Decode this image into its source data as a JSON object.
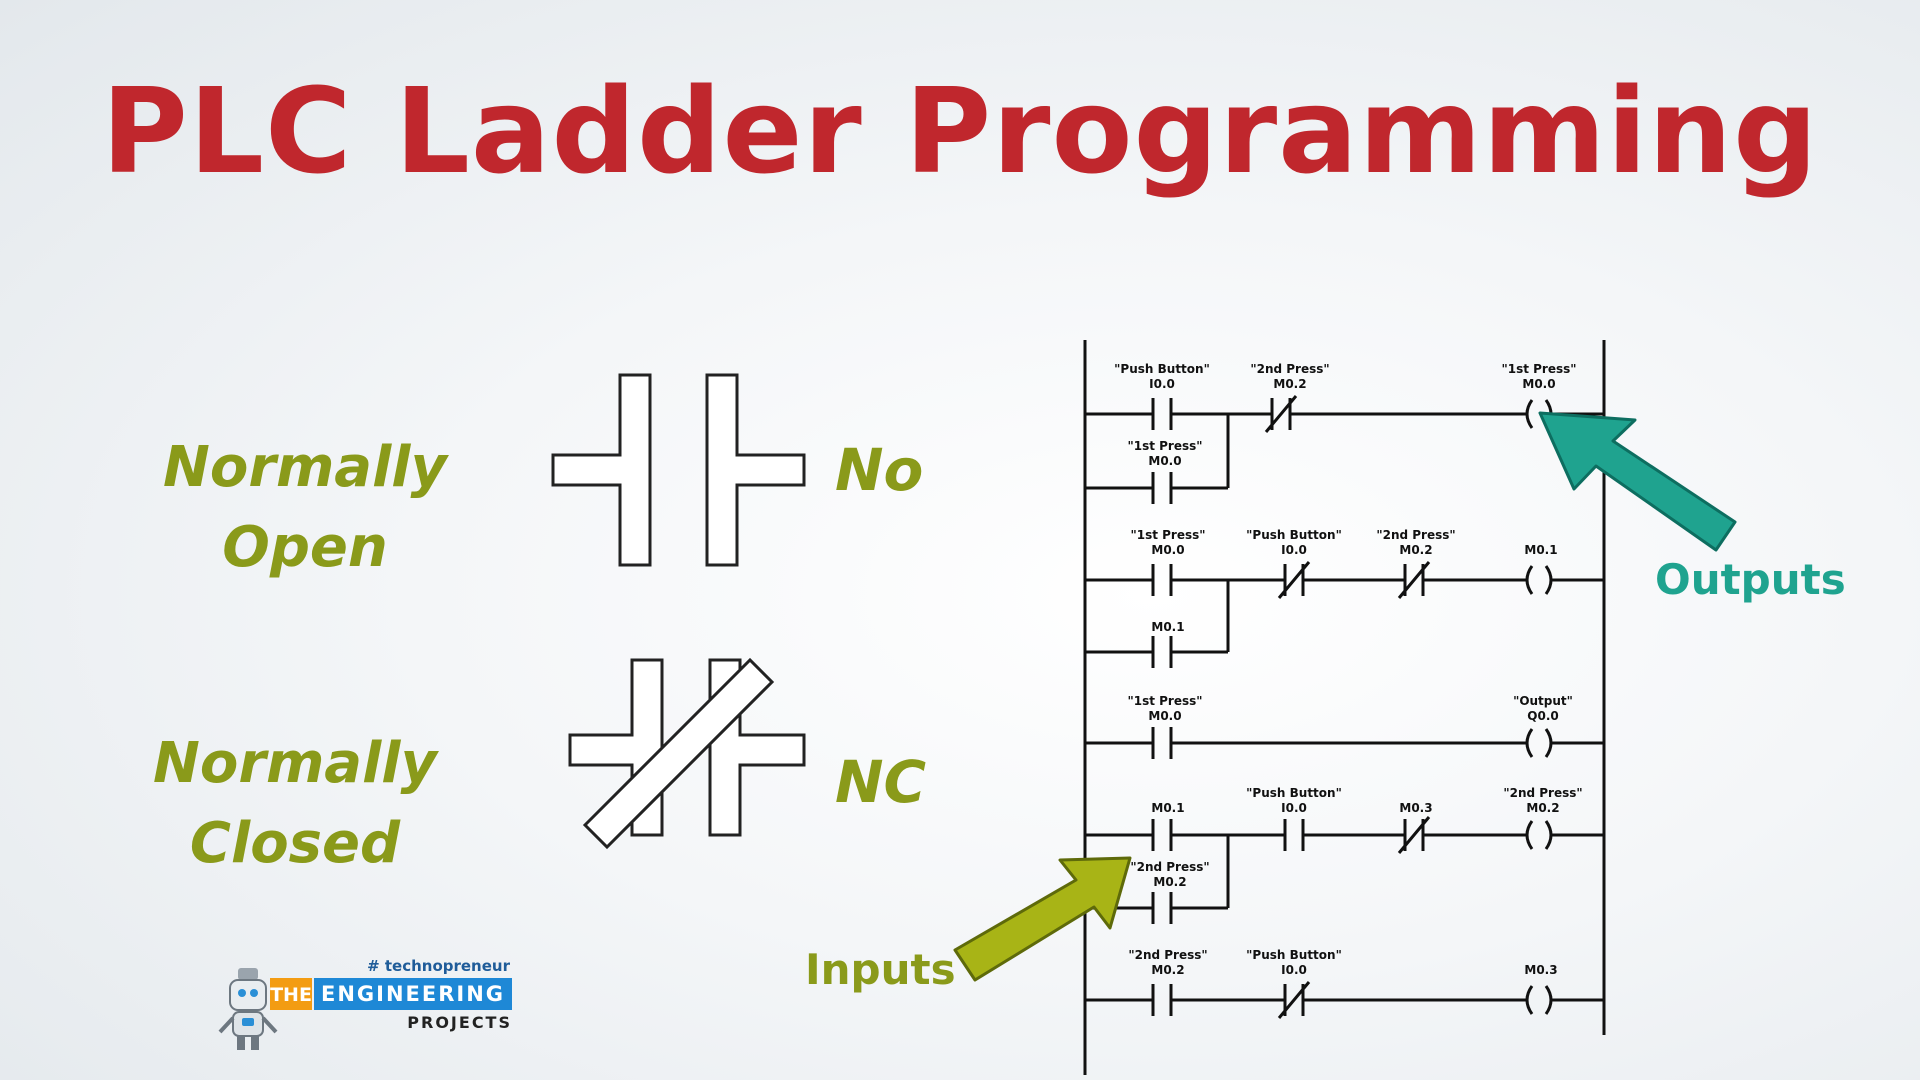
{
  "title": "PLC Ladder Programming",
  "colors": {
    "title_red": "#c0272d",
    "olive": "#8a9a1a",
    "teal": "#1fa38f",
    "line": "#111111"
  },
  "legend": {
    "no_label_line1": "Normally",
    "no_label_line2": "Open",
    "no_abbr": "No",
    "nc_label_line1": "Normally",
    "nc_label_line2": "Closed",
    "nc_abbr": "NC"
  },
  "callouts": {
    "outputs": "Outputs",
    "inputs": "Inputs"
  },
  "ladder": {
    "labels": {
      "r1_c1_name": "\"Push Button\"",
      "r1_c1_addr": "I0.0",
      "r1_c2_name": "\"2nd Press\"",
      "r1_c2_addr": "M0.2",
      "r1_coil_name": "\"1st Press\"",
      "r1_coil_addr": "M0.0",
      "r1_b_name": "\"1st Press\"",
      "r1_b_addr": "M0.0",
      "r2_c1_name": "\"1st Press\"",
      "r2_c1_addr": "M0.0",
      "r2_c2_name": "\"Push Button\"",
      "r2_c2_addr": "I0.0",
      "r2_c3_name": "\"2nd Press\"",
      "r2_c3_addr": "M0.2",
      "r2_coil_addr": "M0.1",
      "r2_b_addr": "M0.1",
      "r3_c1_name": "\"1st Press\"",
      "r3_c1_addr": "M0.0",
      "r3_coil_name": "\"Output\"",
      "r3_coil_addr": "Q0.0",
      "r4_c1_addr": "M0.1",
      "r4_c2_name": "\"Push Button\"",
      "r4_c2_addr": "I0.0",
      "r4_c3_addr": "M0.3",
      "r4_coil_name": "\"2nd Press\"",
      "r4_coil_addr": "M0.2",
      "r4_b_name": "\"2nd Press\"",
      "r4_b_addr": "M0.2",
      "r5_c1_name": "\"2nd Press\"",
      "r5_c1_addr": "M0.2",
      "r5_c2_name": "\"Push Button\"",
      "r5_c2_addr": "I0.0",
      "r5_coil_addr": "M0.3"
    }
  },
  "logo": {
    "tagline": "# technopreneur",
    "the": "THE",
    "engineering": "ENGINEERING",
    "projects": "PROJECTS"
  }
}
